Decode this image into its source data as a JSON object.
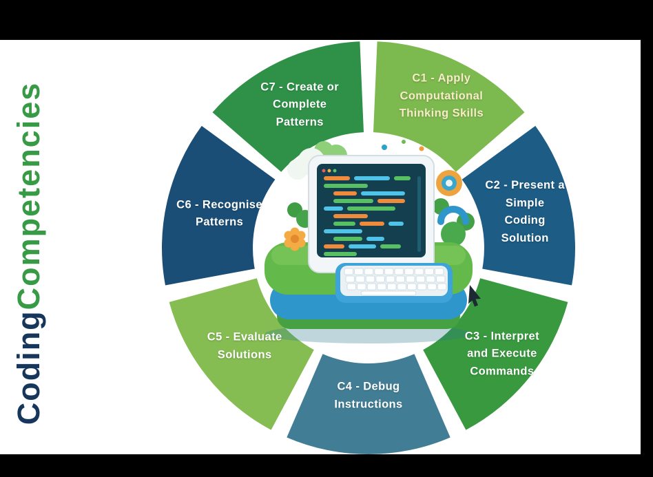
{
  "frame": {
    "bar_color": "#000000",
    "background": "#ffffff"
  },
  "title": {
    "part1": "Coding",
    "part2": "Competencies",
    "part1_color": "#17365c",
    "part2_color": "#379a45"
  },
  "chart_data": {
    "type": "donut-diagram",
    "title": "Coding Competencies",
    "center": "3D illustration of a computer with code on screen, keyboard, clouds and plants",
    "legend_position": "none",
    "segments": [
      {
        "id": "C1",
        "label_lines": [
          "C1 - Apply",
          "Computational",
          "Thinking Skills"
        ],
        "color": "#7cb94e",
        "text_color": "#f7ecc7",
        "label_radius": 244
      },
      {
        "id": "C2",
        "label_lines": [
          "C2 - Present a",
          "Simple",
          "Coding",
          "Solution"
        ],
        "color": "#1d5c85",
        "text_color": "#ffffff",
        "label_radius": 233
      },
      {
        "id": "C3",
        "label_lines": [
          "C3 - Interpret",
          "and Execute",
          "Commands"
        ],
        "color": "#39993f",
        "text_color": "#ffffff",
        "label_radius": 248
      },
      {
        "id": "C4",
        "label_lines": [
          "C4 - Debug",
          "Instructions"
        ],
        "color": "#417e95",
        "text_color": "#ffffff",
        "label_radius": 215
      },
      {
        "id": "C5",
        "label_lines": [
          "C5 - Evaluate",
          "Solutions"
        ],
        "color": "#85bd52",
        "text_color": "#ffffff",
        "label_radius": 230
      },
      {
        "id": "C6",
        "label_lines": [
          "C6 - Recognise",
          "Patterns"
        ],
        "color": "#1b4e76",
        "text_color": "#ffffff",
        "label_radius": 222
      },
      {
        "id": "C7",
        "label_lines": [
          "C7 - Create or",
          "Complete",
          "Patterns"
        ],
        "color": "#2e9147",
        "text_color": "#ffffff",
        "label_radius": 230
      }
    ]
  }
}
